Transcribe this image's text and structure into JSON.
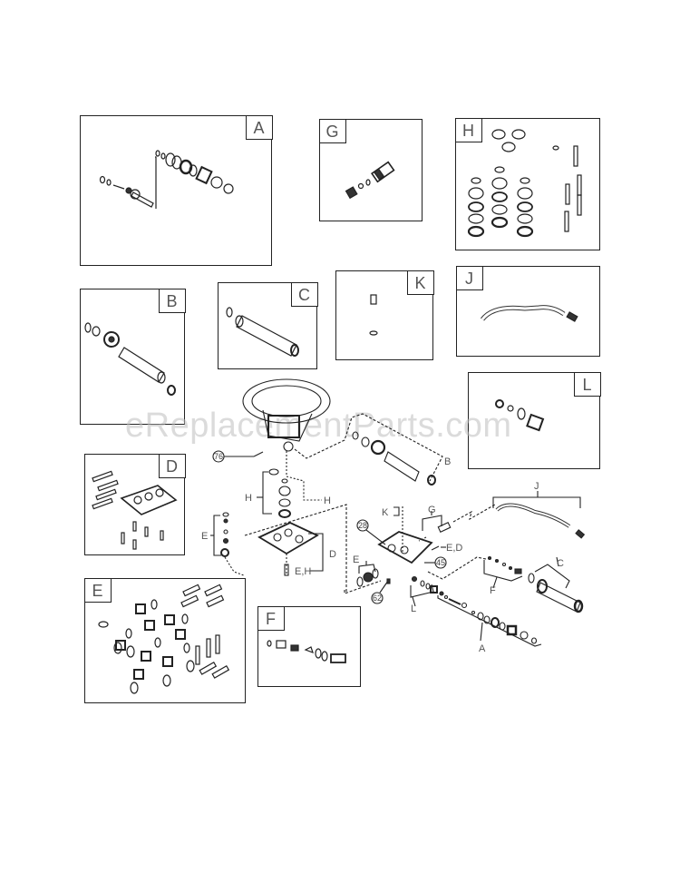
{
  "watermark": "eReplacementParts.com",
  "kits": [
    {
      "id": "A",
      "label": "A"
    },
    {
      "id": "G",
      "label": "G"
    },
    {
      "id": "H",
      "label": "H"
    },
    {
      "id": "B",
      "label": "B"
    },
    {
      "id": "C",
      "label": "C"
    },
    {
      "id": "K",
      "label": "K"
    },
    {
      "id": "J",
      "label": "J"
    },
    {
      "id": "L",
      "label": "L"
    },
    {
      "id": "D",
      "label": "D"
    },
    {
      "id": "E",
      "label": "E"
    },
    {
      "id": "F",
      "label": "F"
    }
  ],
  "exploded_view": {
    "callouts": [
      "76",
      "28",
      "45",
      "62"
    ],
    "bracket_labels": {
      "B": "B",
      "H_left": "H",
      "H_right": "H",
      "E_left": "E",
      "D": "D",
      "E_H": "E,H",
      "K": "K",
      "G": "G",
      "J": "J",
      "E_D": "E,D",
      "E_mid": "E",
      "L": "L",
      "F": "F",
      "C": "C",
      "A": "A"
    }
  }
}
